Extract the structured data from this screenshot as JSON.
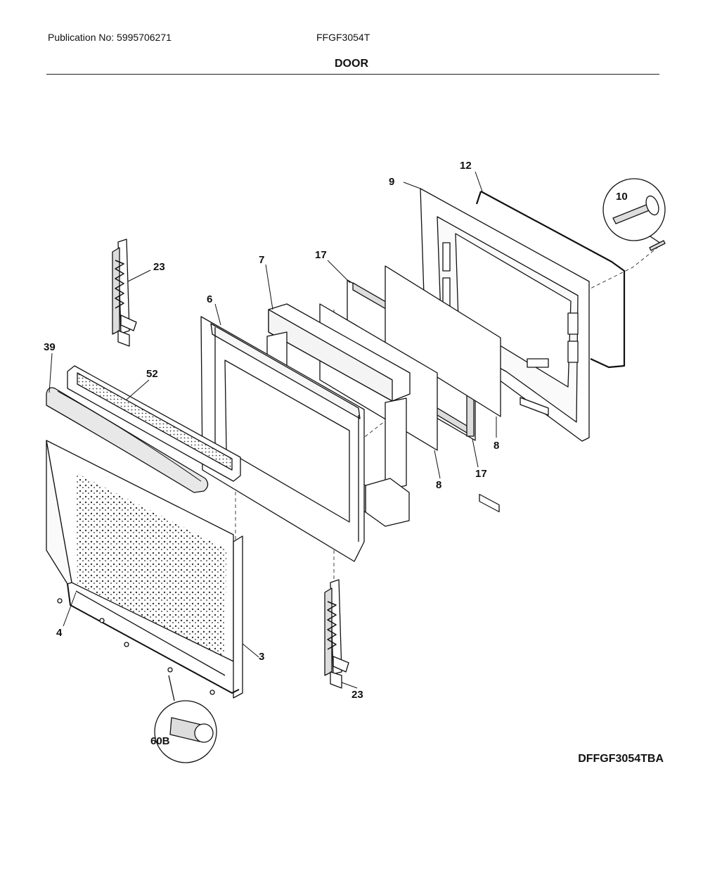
{
  "header": {
    "publication": "Publication No: 5995706271",
    "model": "FFGF3054T",
    "section_title": "DOOR"
  },
  "diagram_code": "DFFGF3054TBA",
  "callouts": {
    "p3": "3",
    "p4": "4",
    "p6": "6",
    "p7": "7",
    "p8a": "8",
    "p8b": "8",
    "p9": "9",
    "p10": "10",
    "p12": "12",
    "p17a": "17",
    "p17b": "17",
    "p23a": "23",
    "p23b": "23",
    "p39": "39",
    "p52": "52",
    "p60b": "60B"
  }
}
